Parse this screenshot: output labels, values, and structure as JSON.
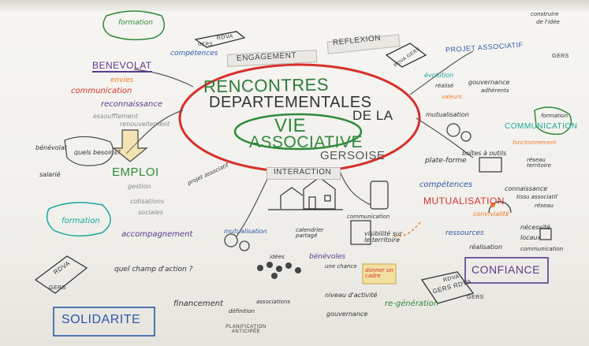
{
  "title": {
    "line1": "RENCONTRES",
    "line2": "DEPARTEMENTALES",
    "de_la": "DE LA",
    "vie": "VIE",
    "associative": "ASSOCIATIVE",
    "gersoise": "GERSOISE"
  },
  "bands": {
    "engagement": "ENGAGEMENT",
    "reflexion": "REFLEXION",
    "interaction": "INTERACTION"
  },
  "sections": {
    "benevolat": "BENEVOLAT",
    "emploi": "EMPLOI",
    "mutualisation": "MUTUALISATION",
    "communication": "COMMUNICATION",
    "solidarite": "SOLIDARITE",
    "confiance": "CONFIANCE",
    "projet_associatif": "PROJET ASSOCIATIF"
  },
  "labels": {
    "formation_top": "formation",
    "formation_left": "formation",
    "formation_right": "formation",
    "rdva_top": "RDVA",
    "rdva_left": "RDVA",
    "rdva_right": "RDVA",
    "gers_top": "GERS",
    "gers_left": "GERS",
    "gers_right": "GERS",
    "gers_projet": "GERS",
    "competences_top": "compétences",
    "competences_mid": "compétences",
    "envies": "envies",
    "communication_left": "communication",
    "reconnaissance": "reconnaissance",
    "essoufflement": "essoufflement",
    "renouvellement": "renouvellement",
    "benevolat_salarie": "bénévolat",
    "salarie": "salarié",
    "quels_besoins": "quels besoins?",
    "gestion": "gestion",
    "cotisations": "cotisations",
    "sociales": "sociales",
    "accompagnement": "accompagnement",
    "projet_associatif_small": "projet associatif",
    "mutualisation_small": "mutualisation",
    "quel_champ": "quel champ d'action ?",
    "financement": "financement",
    "definition": "définition",
    "planification": "PLANIFICATION ANTICIPÉE",
    "idees": "idées",
    "associations": "associations",
    "benevoles": "bénévoles",
    "une_chance": "une chance",
    "calendrier": "calendrier partagé",
    "communication_mid": "communication",
    "visibilite": "visibilité sur le territoire",
    "donner_cadre": "donner un cadre",
    "niveau": "niveau d'activité",
    "gouvernance_bottom": "gouvernance",
    "regeneration": "re-génération",
    "plate_forme": "plate-forme",
    "boites_outils": "boîtes à outils",
    "convivialite": "convivialité",
    "ressources": "ressources",
    "necessite": "nécessité",
    "locaux": "locaux",
    "realisation": "réalisation",
    "communication_right": "communication",
    "connaissance": "connaissance",
    "tissu_associatif": "tissu associatif",
    "reseau_small": "réseau",
    "reseau_territoire": "réseau territoire",
    "fonctionnement": "fonctionnement",
    "evolution": "évolution",
    "realise": "réalisé",
    "valeurs": "valeurs",
    "gouvernance_top": "gouvernance",
    "adherents": "adhérents",
    "mutualisation_right": "mutualisation",
    "constructif": "construire",
    "de_lidee": "de l'idée",
    "rdva_arrow": "RDVA GERS",
    "rdva_gers_sign": "GERS RDVA"
  },
  "colors": {
    "red": "#d6302c",
    "green": "#2f8a3c",
    "purple": "#5a3a8c",
    "orange": "#ef7a26",
    "teal": "#1aa6a0",
    "blue": "#2a5aa8",
    "yellow": "#f3c84a",
    "gray": "#9a9a96",
    "ink": "#2b2b2b"
  }
}
